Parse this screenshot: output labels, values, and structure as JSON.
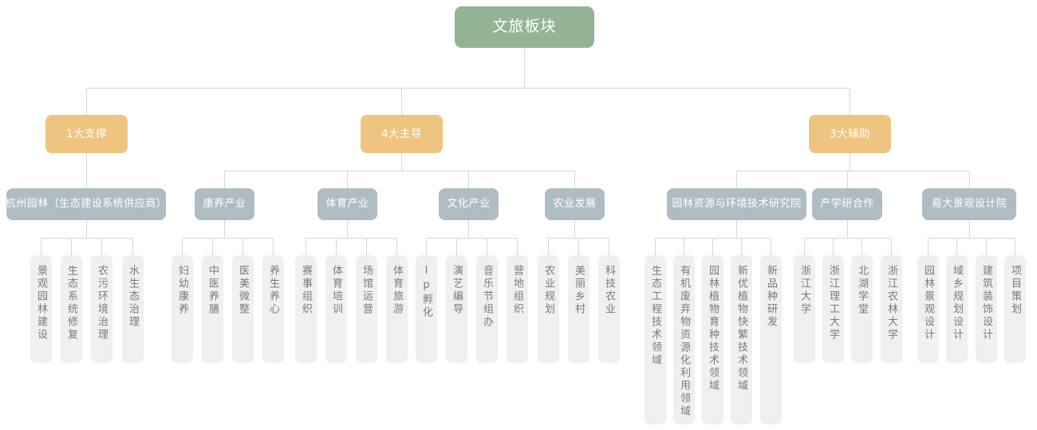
{
  "diagram": {
    "title": "文旅板块",
    "root": {
      "label": "文旅板块",
      "color": "#94b394"
    },
    "level2_color": "#eec480",
    "level3_color": "#b0bcc4",
    "leaf_color": "#eef0f1",
    "connector_color": "#d3d8dc",
    "level2": [
      {
        "label": "1大支撑"
      },
      {
        "label": "4大主导"
      },
      {
        "label": "3大辅助"
      }
    ],
    "level3": [
      {
        "label": "杭州园林（生态建设系统供应商）"
      },
      {
        "label": "康养产业"
      },
      {
        "label": "体育产业"
      },
      {
        "label": "文化产业"
      },
      {
        "label": "农业发展"
      },
      {
        "label": "园林资源与环境技术研究院"
      },
      {
        "label": "产学研合作"
      },
      {
        "label": "易大景观设计院"
      }
    ],
    "leaves": {
      "hangzhou_yuanlin": [
        {
          "label": "景观园林建设"
        },
        {
          "label": "生态系统修复"
        },
        {
          "label": "农污环境治理"
        },
        {
          "label": "水生态治理"
        }
      ],
      "kangyang": [
        {
          "label": "妇幼康养"
        },
        {
          "label": "中医养膳"
        },
        {
          "label": "医美微整"
        },
        {
          "label": "养生养心"
        }
      ],
      "tiyu": [
        {
          "label": "赛事组织"
        },
        {
          "label": "体育培训"
        },
        {
          "label": "场馆运营"
        },
        {
          "label": "体育旅游"
        }
      ],
      "wenhua": [
        {
          "label": "Ip孵化"
        },
        {
          "label": "演艺编导"
        },
        {
          "label": "音乐节组办"
        },
        {
          "label": "营地组织"
        }
      ],
      "nongye": [
        {
          "label": "农业规划"
        },
        {
          "label": "美丽乡村"
        },
        {
          "label": "科技农业"
        }
      ],
      "yanjiuyuan": [
        {
          "label": "生态工程技术领域"
        },
        {
          "label": "有机废弃物资源化利用领域"
        },
        {
          "label": "园林植物育种技术领域"
        },
        {
          "label": "新优植物快繁技术领域"
        },
        {
          "label": "新品种研发"
        }
      ],
      "chanxueyan": [
        {
          "label": "浙江大学"
        },
        {
          "label": "浙江理工大学"
        },
        {
          "label": "北湖学堂"
        },
        {
          "label": "浙江农林大学"
        }
      ],
      "yida": [
        {
          "label": "园林景观设计"
        },
        {
          "label": "域乡规划设计"
        },
        {
          "label": "建筑装饰设计"
        },
        {
          "label": "项目策划"
        }
      ]
    }
  }
}
